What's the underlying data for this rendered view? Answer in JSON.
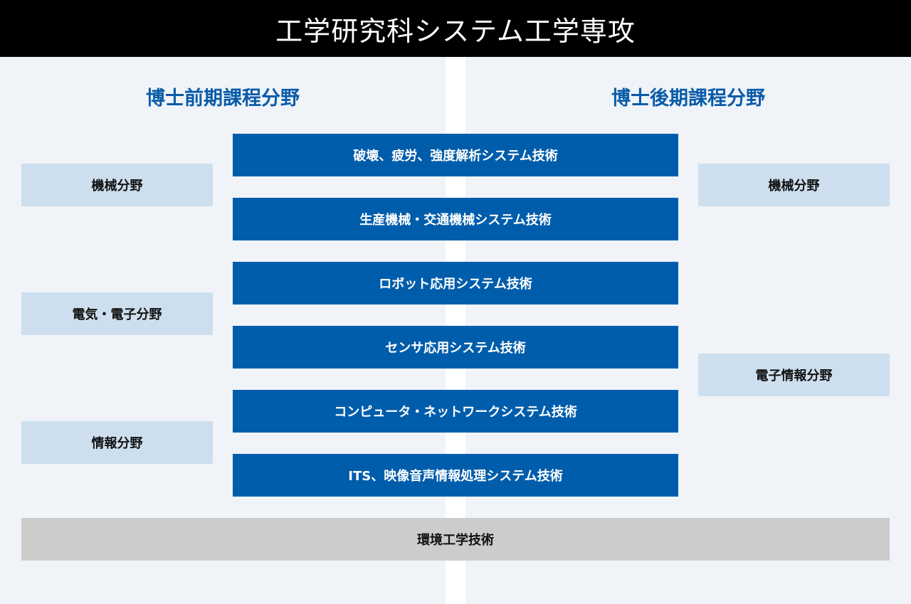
{
  "title": "工学研究科システム工学専攻",
  "columns": {
    "master": "博士前期課程分野",
    "doctoral": "博士後期課程分野"
  },
  "master_fields": [
    "機械分野",
    "電気・電子分野",
    "情報分野"
  ],
  "doctoral_fields": [
    "機械分野",
    "電子情報分野"
  ],
  "technologies": [
    "破壊、疲労、強度解析システム技術",
    "生産機械・交通機械システム技術",
    "ロボット応用システム技術",
    "センサ応用システム技術",
    "コンピュータ・ネットワークシステム技術",
    "ITS、映像音声情報処理システム技術"
  ],
  "environment": "環境工学技術",
  "colors": {
    "header_bg": "#000000",
    "panel_bg": "#f0f4f9",
    "title_blue": "#0a5ba8",
    "tech_blue": "#005dab",
    "field_light": "#cddfee",
    "env_gray": "#cccccc"
  }
}
